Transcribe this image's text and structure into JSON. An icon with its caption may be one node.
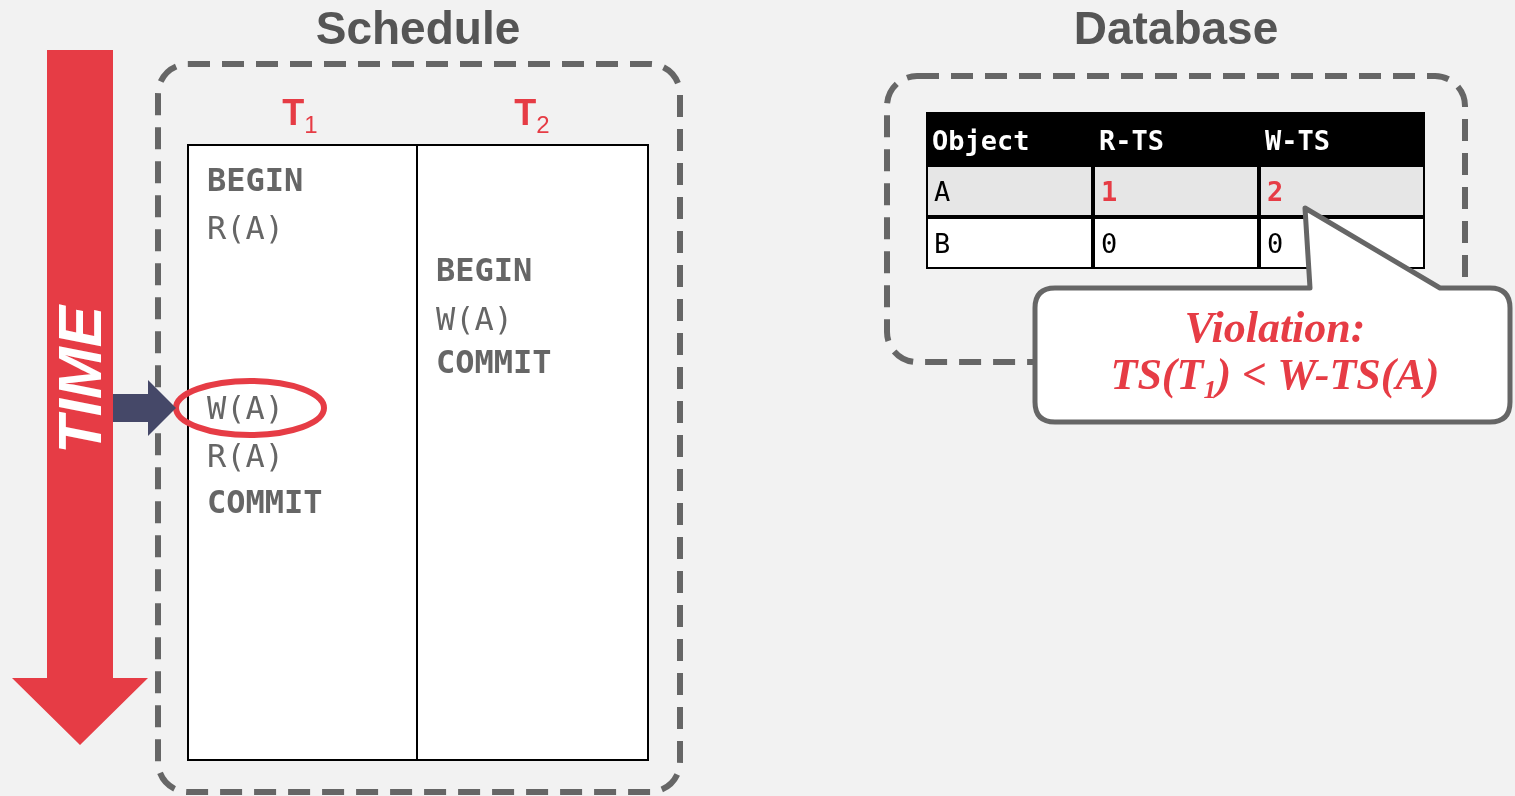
{
  "diagram": {
    "nodes": [
      {
        "text": [
          "Schedule"
        ]
      },
      {
        "text": [
          "T$_{1}$",
          "BEGIN",
          "R(A)",
          "R(A)",
          "COMMIT"
        ],
        "in": 0
      },
      {
        "text": [
          "W(A)"
        ],
        "in": 1
      },
      {
        "text": [
          "T$_{2}$",
          "BEGIN",
          "W(A)",
          "COMMIT"
        ],
        "in": 0
      },
      {
        "text": [
          "Database"
        ]
      },
      {
        "text": [
          "Violation:",
          "TS(T$_{1}$) < W-TS(A)"
        ]
      },
      {
        "text": [
          "TIME"
        ]
      }
    ],
    "edges": [
      {
        "from": 6,
        "to": 2,
        "arrow": "to"
      }
    ],
    "labels": [
      "Object",
      "R-TS",
      "W-TS",
      "A",
      "1",
      "2",
      "B",
      "0",
      "0"
    ]
  }
}
